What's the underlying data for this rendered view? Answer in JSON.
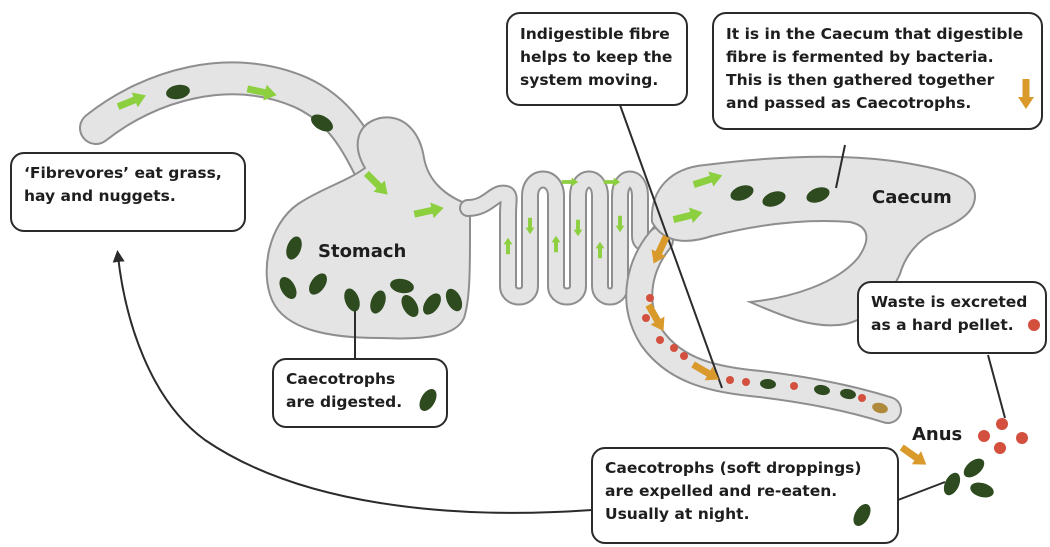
{
  "organ_labels": {
    "stomach": "Stomach",
    "caecum": "Caecum",
    "anus": "Anus"
  },
  "callouts": {
    "fibrevores": [
      "‘Fibrevores’ eat grass,",
      "hay and nuggets."
    ],
    "indigestible_fibre": [
      "Indigestible fibre",
      "helps to keep the",
      "system moving."
    ],
    "caecum_fermentation": [
      "It is in the Caecum that digestible",
      "fibre is fermented by bacteria.",
      "This is then gathered together",
      "and passed as Caecotrophs."
    ],
    "waste": [
      "Waste is excreted",
      "as a hard pellet."
    ],
    "digested": [
      "Caecotrophs",
      "are digested."
    ],
    "expelled": [
      "Caecotrophs (soft droppings)",
      "are expelled and re-eaten.",
      "Usually at night."
    ]
  },
  "colors": {
    "gut_fill": "#e4e4e5",
    "gut_outline": "#8e8e8e",
    "caecotroph": "#2e4a1f",
    "food_arrow": "#8ccf3f",
    "caecotroph_arrow": "#d99a2b",
    "pellet": "#d4503e",
    "line": "#2b2b2b"
  },
  "icons": {
    "food_flow": "green-arrow-icon",
    "caecotroph_flow": "orange-arrow-icon",
    "soft_dropping": "caecotroph-pellet-icon",
    "hard_pellet": "hard-pellet-icon"
  }
}
